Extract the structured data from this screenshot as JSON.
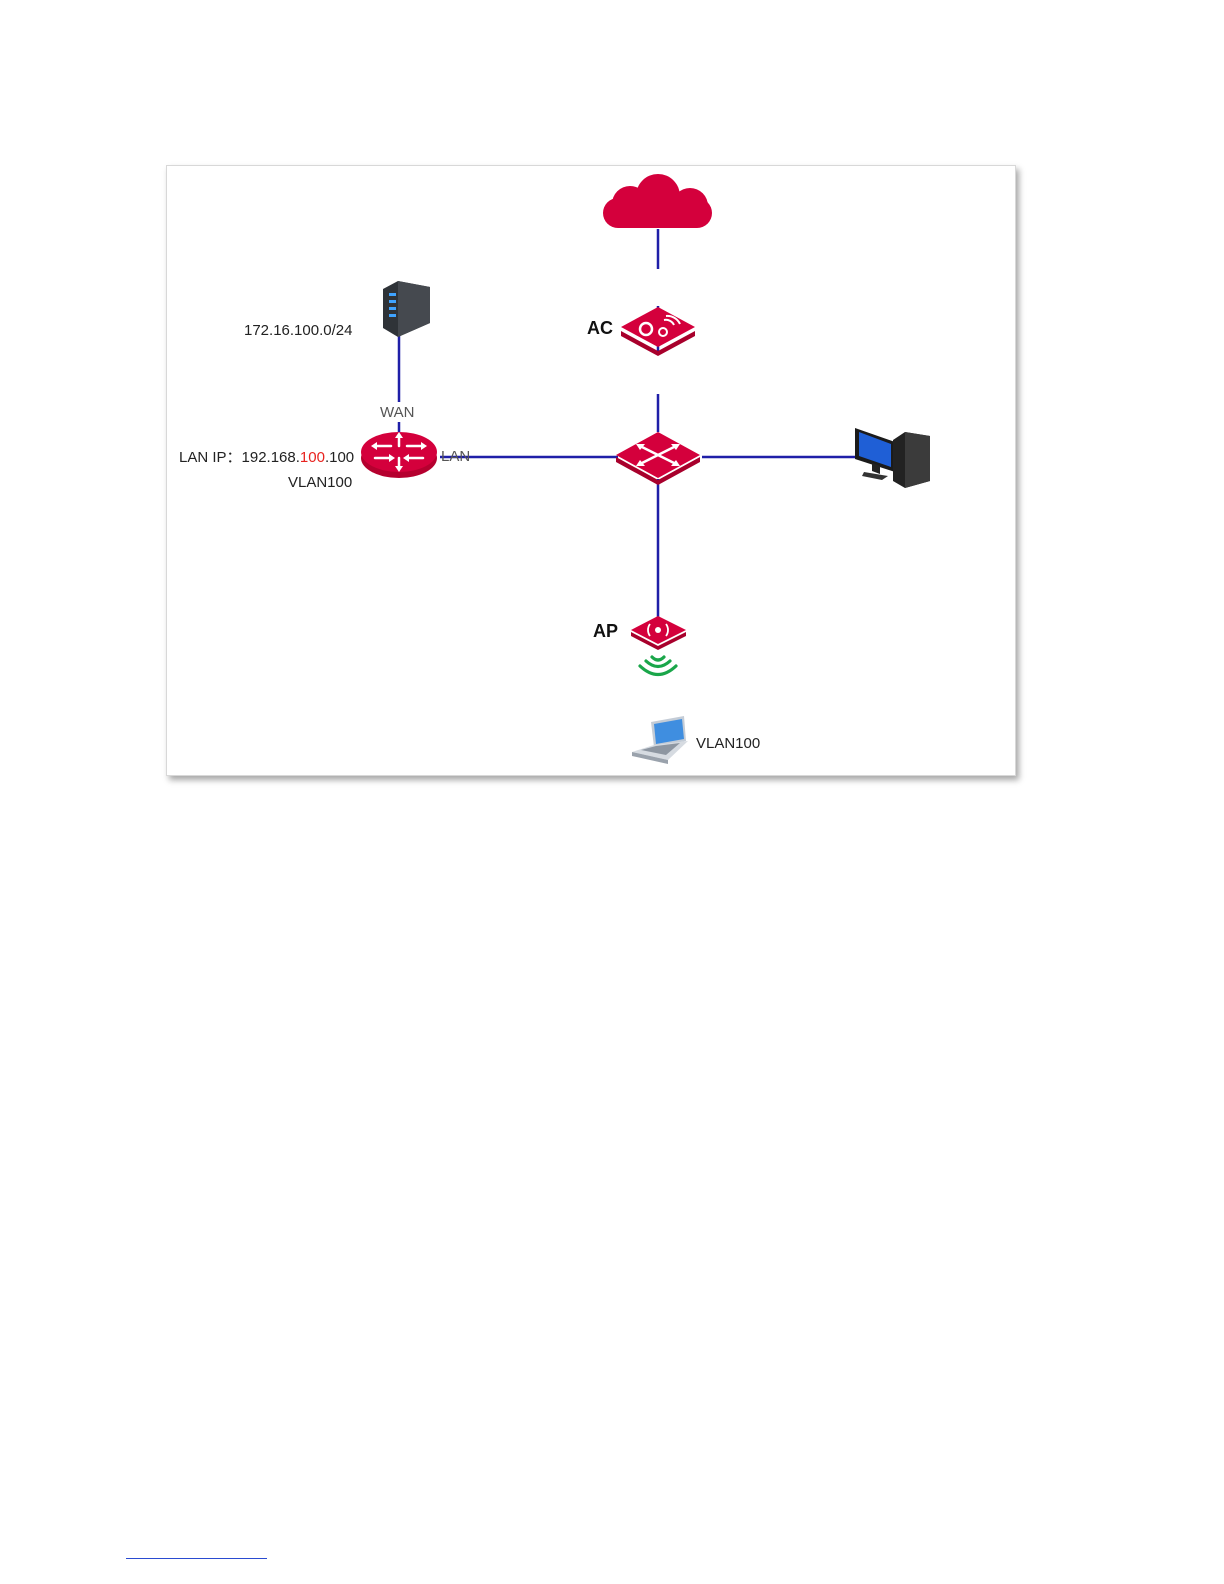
{
  "diagram": {
    "subnet_label": "172.16.100.0/24",
    "wan_label": "WAN",
    "lan_port_label": "LAN",
    "lan_ip": {
      "prefix": "LAN IP：192.168.",
      "highlight": "100",
      "suffix": ".100"
    },
    "router_vlan": "VLAN100",
    "ac_label": "AC",
    "ap_label": "AP",
    "client_vlan": "VLAN100"
  },
  "colors": {
    "device_red": "#d4003c",
    "link_blue": "#1f1fa8",
    "highlight_red": "#e8231f",
    "wifi_green": "#1aa64a"
  },
  "icons": [
    "cloud-icon",
    "server-icon",
    "router-icon",
    "ac-controller-icon",
    "switch-icon",
    "desktop-pc-icon",
    "access-point-icon",
    "wifi-signal-icon",
    "laptop-icon"
  ]
}
